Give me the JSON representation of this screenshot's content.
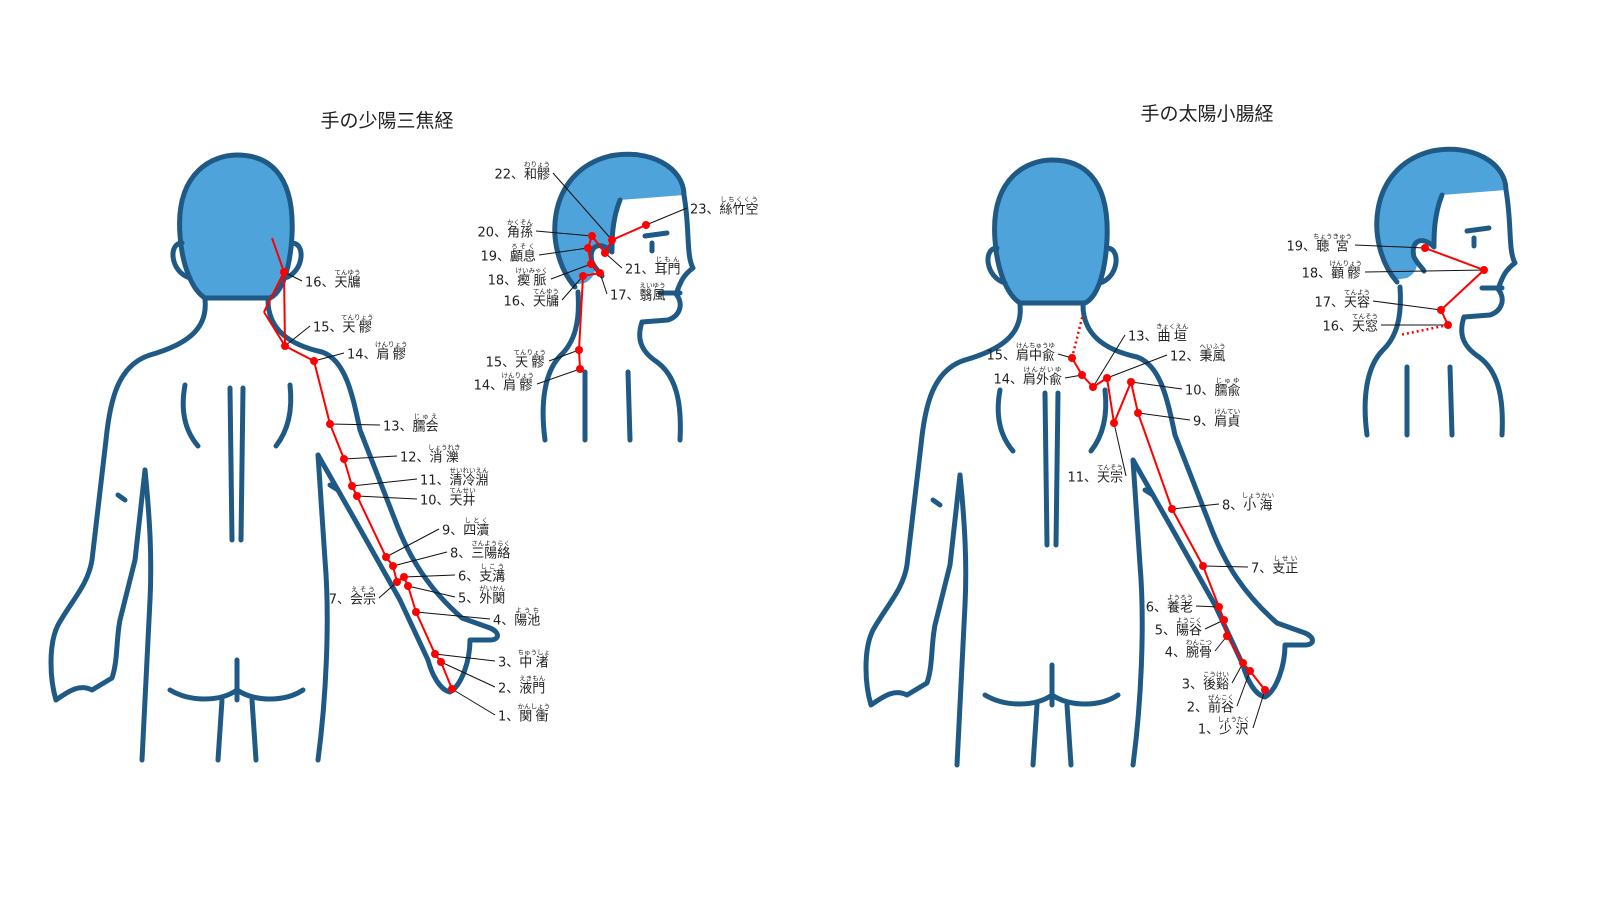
{
  "colors": {
    "outline": "#1f5a86",
    "hair": "#4fa3db",
    "meridian": "#ff0000",
    "leader": "#111111"
  },
  "titles": {
    "left": "手の少陽三焦経",
    "right": "手の太陽小腸経"
  },
  "sanjiao_back": [
    {
      "num": "16、",
      "name": "天牖",
      "reading": "てんゆう"
    },
    {
      "num": "15、",
      "name": "天髎",
      "reading": "てんりょう"
    },
    {
      "num": "14、",
      "name": "肩髎",
      "reading": "けんりょう"
    },
    {
      "num": "13、",
      "name": "臑会",
      "reading": "じゅえ"
    },
    {
      "num": "12、",
      "name": "消濼",
      "reading": "しょうれき"
    },
    {
      "num": "11、",
      "name": "清冷淵",
      "reading": "せいれいえん"
    },
    {
      "num": "10、",
      "name": "天井",
      "reading": "てんせい"
    },
    {
      "num": "9、",
      "name": "四瀆",
      "reading": "しとく"
    },
    {
      "num": "8、",
      "name": "三陽絡",
      "reading": "さんようらく"
    },
    {
      "num": "7、",
      "name": "会宗",
      "reading": "えそう"
    },
    {
      "num": "6、",
      "name": "支溝",
      "reading": "しこう"
    },
    {
      "num": "5、",
      "name": "外関",
      "reading": "がいかん"
    },
    {
      "num": "4、",
      "name": "陽池",
      "reading": "ようち"
    },
    {
      "num": "3、",
      "name": "中渚",
      "reading": "ちゅうしょ"
    },
    {
      "num": "2、",
      "name": "液門",
      "reading": "えきもん"
    },
    {
      "num": "1、",
      "name": "関衝",
      "reading": "かんしょう"
    }
  ],
  "sanjiao_head": [
    {
      "num": "14、",
      "name": "肩髎",
      "reading": "けんりょう"
    },
    {
      "num": "15、",
      "name": "天髎",
      "reading": "てんりょう"
    },
    {
      "num": "16、",
      "name": "天牖",
      "reading": "てんゆう"
    },
    {
      "num": "17、",
      "name": "翳風",
      "reading": "えいゆう"
    },
    {
      "num": "18、",
      "name": "瘈脈",
      "reading": "けいみゃく"
    },
    {
      "num": "19、",
      "name": "顱息",
      "reading": "ろそく"
    },
    {
      "num": "20、",
      "name": "角孫",
      "reading": "かくそん"
    },
    {
      "num": "21、",
      "name": "耳門",
      "reading": "じもん"
    },
    {
      "num": "22、",
      "name": "和髎",
      "reading": "わりょう"
    },
    {
      "num": "23、",
      "name": "絲竹空",
      "reading": "しちくくう"
    }
  ],
  "small_intestine_back": [
    {
      "num": "15、",
      "name": "肩中兪",
      "reading": "けんちゅうゆ"
    },
    {
      "num": "14、",
      "name": "肩外兪",
      "reading": "けんがいゆ"
    },
    {
      "num": "13、",
      "name": "曲垣",
      "reading": "きょくえん"
    },
    {
      "num": "12、",
      "name": "秉風",
      "reading": "へいふう"
    },
    {
      "num": "11、",
      "name": "天宗",
      "reading": "てんそう"
    },
    {
      "num": "10、",
      "name": "臑兪",
      "reading": "じゅゆ"
    },
    {
      "num": "9、",
      "name": "肩貞",
      "reading": "けんてい"
    },
    {
      "num": "8、",
      "name": "小海",
      "reading": "しょうかい"
    },
    {
      "num": "7、",
      "name": "支正",
      "reading": "しせい"
    },
    {
      "num": "6、",
      "name": "養老",
      "reading": "ようろう"
    },
    {
      "num": "5、",
      "name": "陽谷",
      "reading": "ようこく"
    },
    {
      "num": "4、",
      "name": "腕骨",
      "reading": "わんこつ"
    },
    {
      "num": "3、",
      "name": "後谿",
      "reading": "こうけい"
    },
    {
      "num": "2、",
      "name": "前谷",
      "reading": "ぜんこく"
    },
    {
      "num": "1、",
      "name": "少沢",
      "reading": "しょうたく"
    }
  ],
  "small_intestine_head": [
    {
      "num": "19、",
      "name": "聴宮",
      "reading": "ちょうきゅう"
    },
    {
      "num": "18、",
      "name": "顴髎",
      "reading": "けんりょう"
    },
    {
      "num": "17、",
      "name": "天容",
      "reading": "てんよう"
    },
    {
      "num": "16、",
      "name": "天窓",
      "reading": "てんそう"
    }
  ]
}
